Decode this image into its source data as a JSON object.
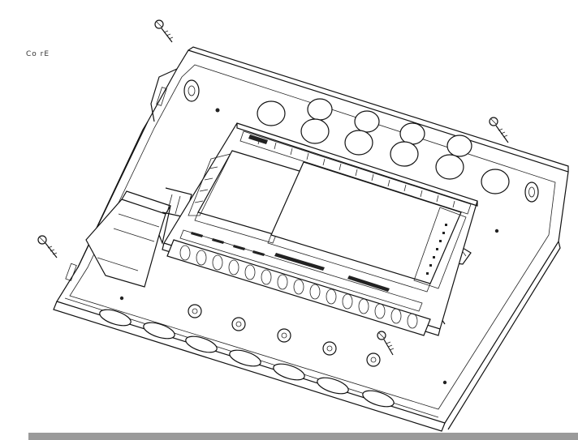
{
  "figure": {
    "corner_label": "Co           rE",
    "colors": {
      "line": "#111111",
      "background": "#ffffff",
      "bottom_bar": "#9a9a9a"
    },
    "parts": [
      "enclosure-base",
      "terminal-circuit-board",
      "mounting-screw-top",
      "mounting-screw-left",
      "mounting-screw-right",
      "mounting-screw-bottom",
      "cable-knockouts-rear",
      "cable-knockouts-front",
      "transformer"
    ]
  }
}
